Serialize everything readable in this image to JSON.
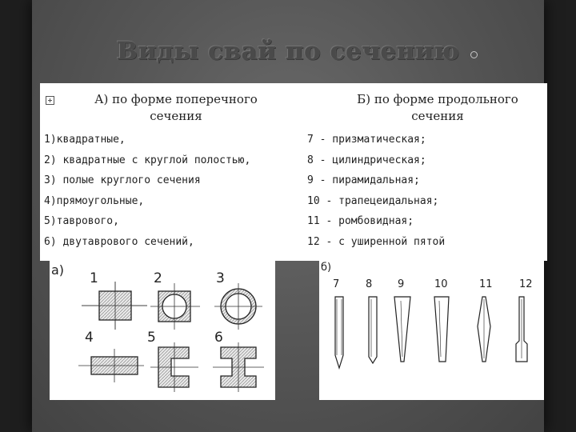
{
  "title": "Виды свай по сечению",
  "left_column": {
    "heading_line1": "А) по форме поперечного",
    "heading_line2": "сечения",
    "items": [
      "1)квадратные,",
      "2) квадратные с круглой полостью,",
      "3) полые круглого сечения",
      "4)прямоугольные,",
      "5)таврового,",
      "6) двутаврового сечений,"
    ]
  },
  "right_column": {
    "heading_line1": "Б) по форме продольного",
    "heading_line2": "сечения",
    "items": [
      "7 - призматическая;",
      "8 - цилиндрическая;",
      "9 - пирамидальная;",
      "10 - трапецеидальная;",
      "11 - ромбовидная;",
      "12 - с уширенной пятой"
    ]
  },
  "figure_a": {
    "label": "а)",
    "numbers": [
      "1",
      "2",
      "3",
      "4",
      "5",
      "6"
    ]
  },
  "figure_b": {
    "label": "б)",
    "numbers": [
      "7",
      "8",
      "9",
      "10",
      "11",
      "12"
    ]
  },
  "colors": {
    "slide_background": "#575757",
    "panel": "#ffffff",
    "text": "#222222"
  }
}
